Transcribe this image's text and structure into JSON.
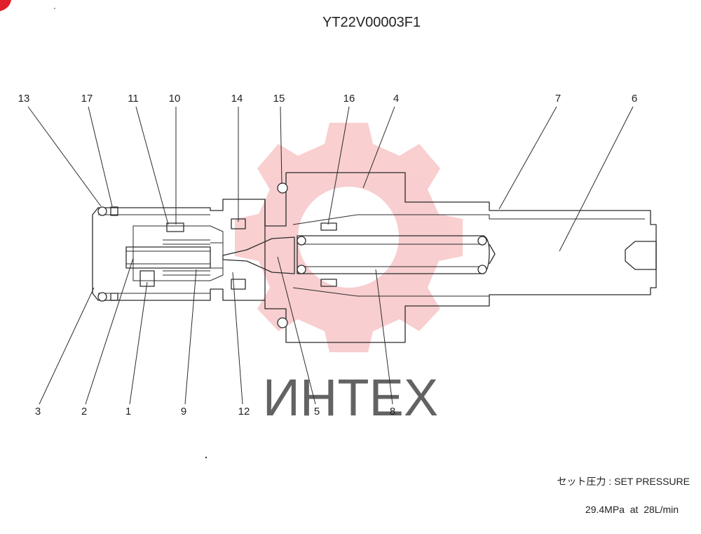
{
  "drawing": {
    "title": "YT22V00003F1",
    "watermark_text": "ИНТЕХ",
    "watermark_color": "#f4a7aa",
    "logo_color": "#e0202a",
    "notes": {
      "set_pressure_label": "セット圧力 : SET PRESSURE",
      "set_pressure_value": "29.4MPa  at  28L/min"
    }
  },
  "callouts_top": [
    "13",
    "17",
    "11",
    "10",
    "14",
    "15",
    "16",
    "4",
    "7",
    "6"
  ],
  "callouts_bottom": [
    "3",
    "2",
    "1",
    "9",
    "12",
    "5",
    "8"
  ]
}
